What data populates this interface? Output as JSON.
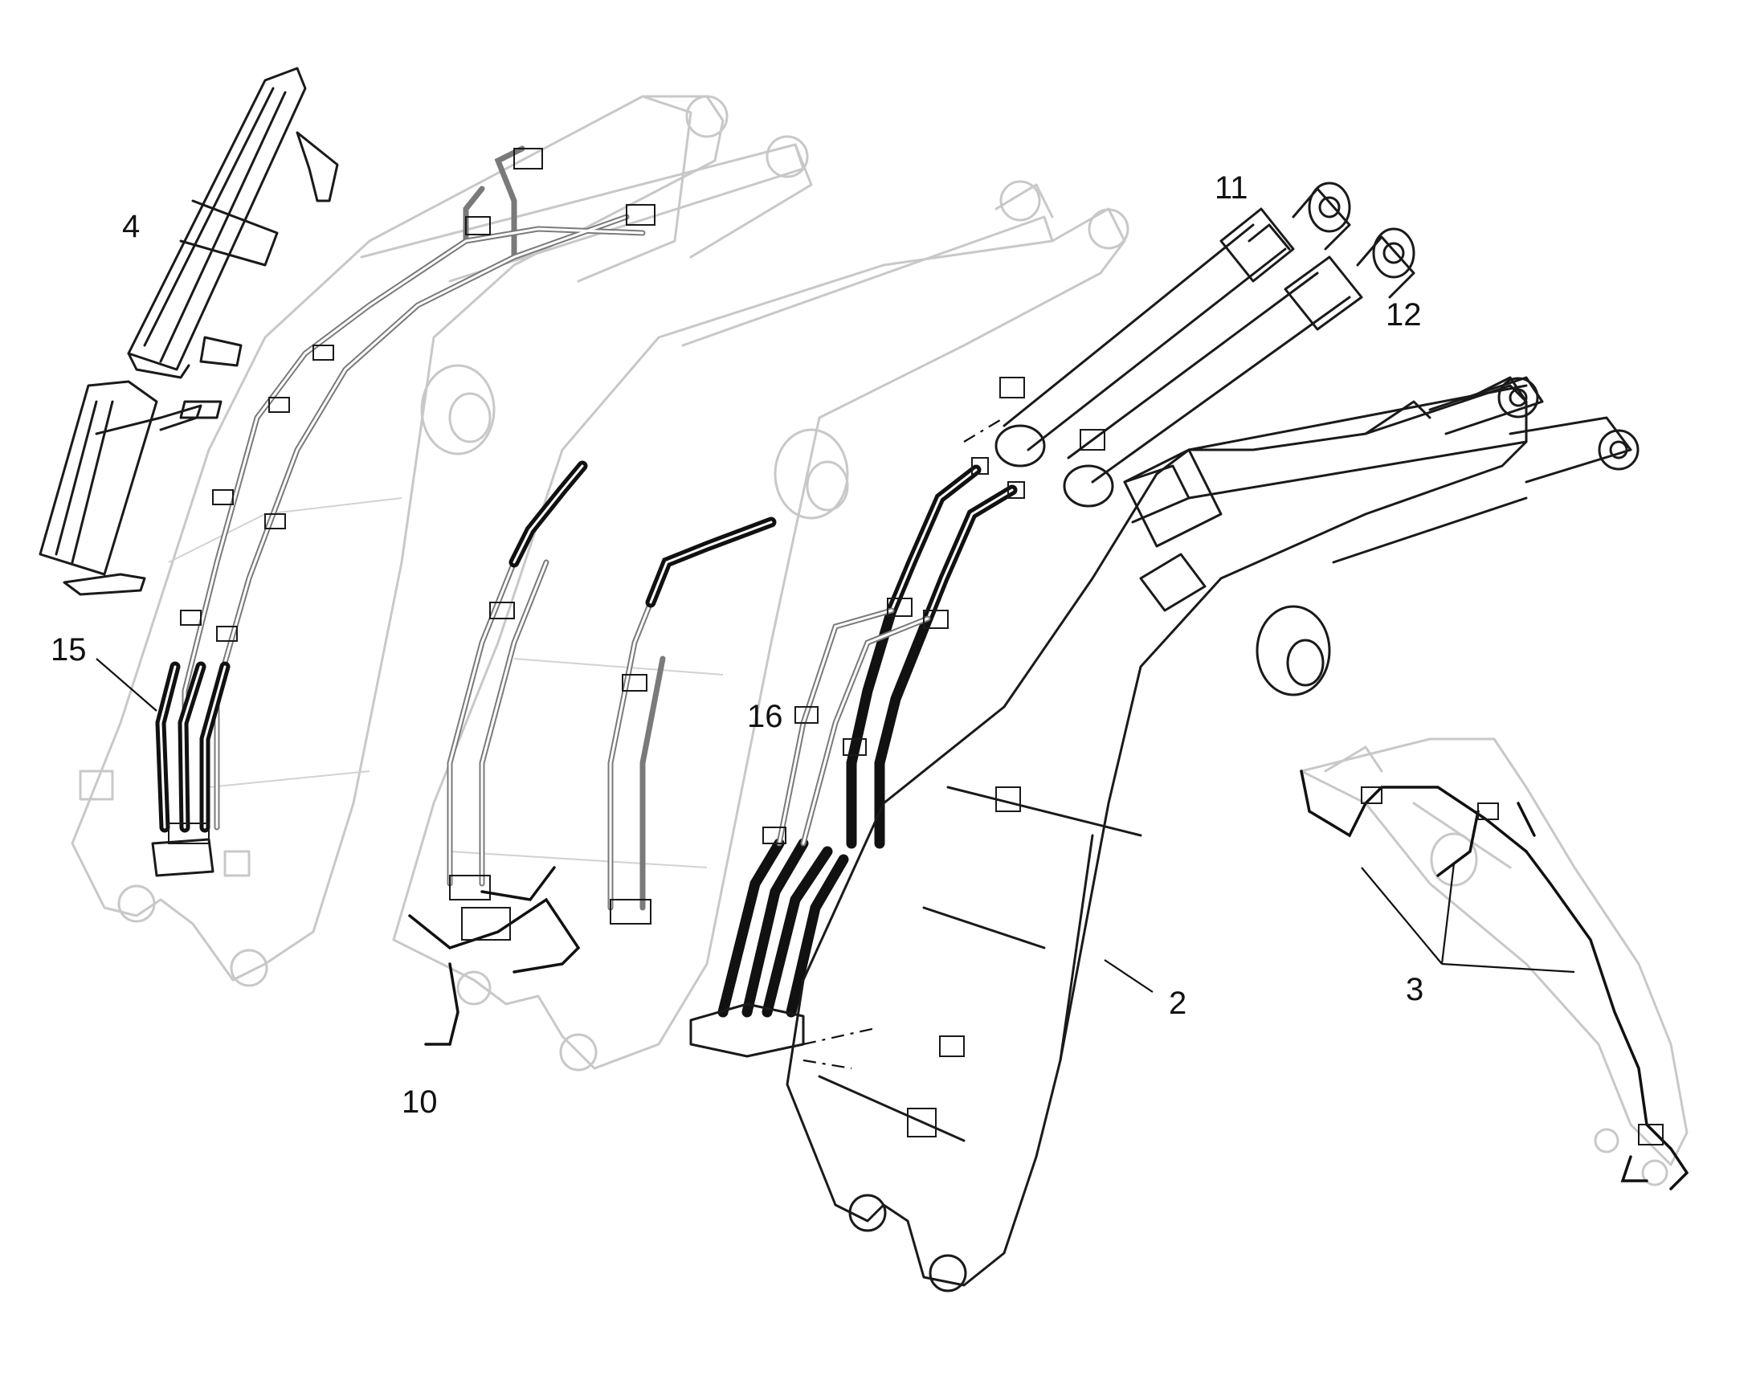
{
  "callouts": {
    "c2": "2",
    "c3": "3",
    "c4": "4",
    "c10": "10",
    "c11": "11",
    "c12": "12",
    "c15": "15",
    "c16": "16"
  },
  "colors": {
    "background": "#ffffff",
    "ghost_outline": "#c8c8c8",
    "highlighted_part": "#1a1a1a"
  }
}
